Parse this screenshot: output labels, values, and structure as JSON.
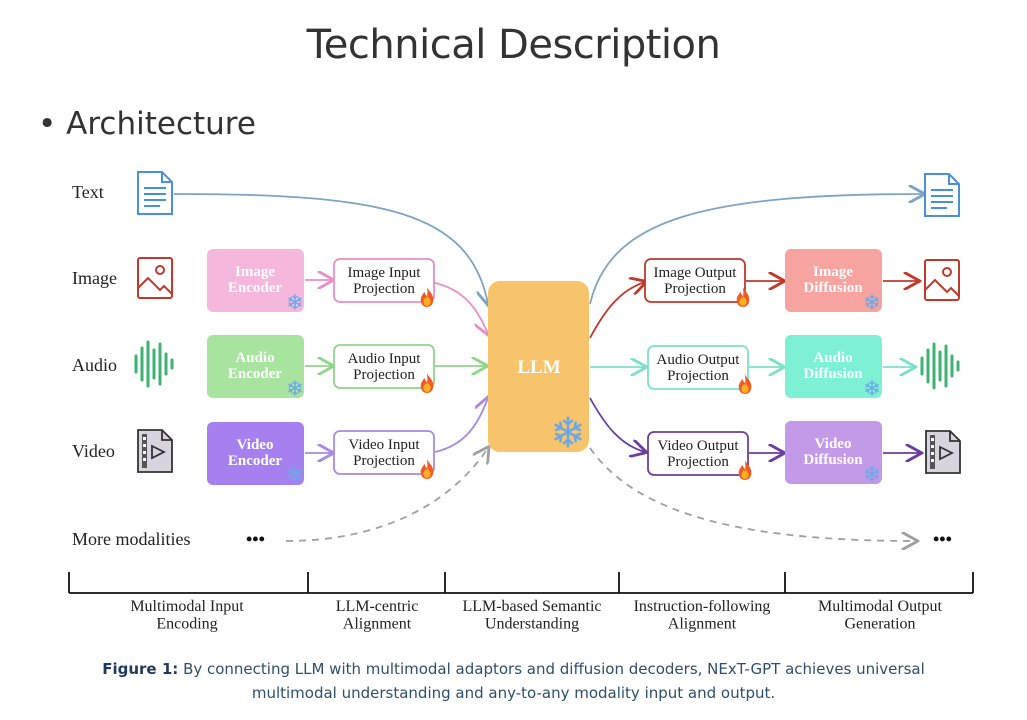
{
  "page": {
    "title": "Technical Description",
    "section_heading": "• Architecture"
  },
  "diagram": {
    "rows": [
      {
        "label": "Text",
        "icon": "document-icon",
        "color": "#4a90d9"
      },
      {
        "label": "Image",
        "icon": "image-icon",
        "color": "#c0392b",
        "encoder": "Image\nEncoder",
        "input_projection": "Image Input\nProjection",
        "output_projection": "Image Output\nProjection",
        "decoder": "Image\nDiffusion"
      },
      {
        "label": "Audio",
        "icon": "audio-wave-icon",
        "color": "#3cb371",
        "encoder": "Audio\nEncoder",
        "input_projection": "Audio Input\nProjection",
        "output_projection": "Audio Output\nProjection",
        "decoder": "Audio\nDiffusion"
      },
      {
        "label": "Video",
        "icon": "video-file-icon",
        "color": "#8e6bc4",
        "encoder": "Video\nEncoder",
        "input_projection": "Video Input\nProjection",
        "output_projection": "Video Output\nProjection",
        "decoder": "Video\nDiffusion"
      },
      {
        "label": "More modalities",
        "icon": "ellipsis-icon",
        "ellipsis": "•••"
      }
    ],
    "llm_label": "LLM",
    "stages": [
      "Multimodal Input\nEncoding",
      "LLM-centric\nAlignment",
      "LLM-based Semantic\nUnderstanding",
      "Instruction-following\nAlignment",
      "Multimodal Output\nGeneration"
    ],
    "colors": {
      "image_encoder": "#f5b8dc",
      "audio_encoder": "#a8e4a0",
      "video_encoder": "#a780f0",
      "image_diffusion": "#f7a3a0",
      "audio_diffusion": "#7ef0d4",
      "video_diffusion": "#c29ae8",
      "llm": "#f7c46c",
      "text_line": "#7fa3c7",
      "dashed": "#a0a0a0"
    }
  },
  "caption": {
    "label": "Figure 1:",
    "text": "By connecting LLM with multimodal adaptors and diffusion decoders, NExT-GPT achieves universal multimodal understanding and any-to-any modality input and output."
  }
}
